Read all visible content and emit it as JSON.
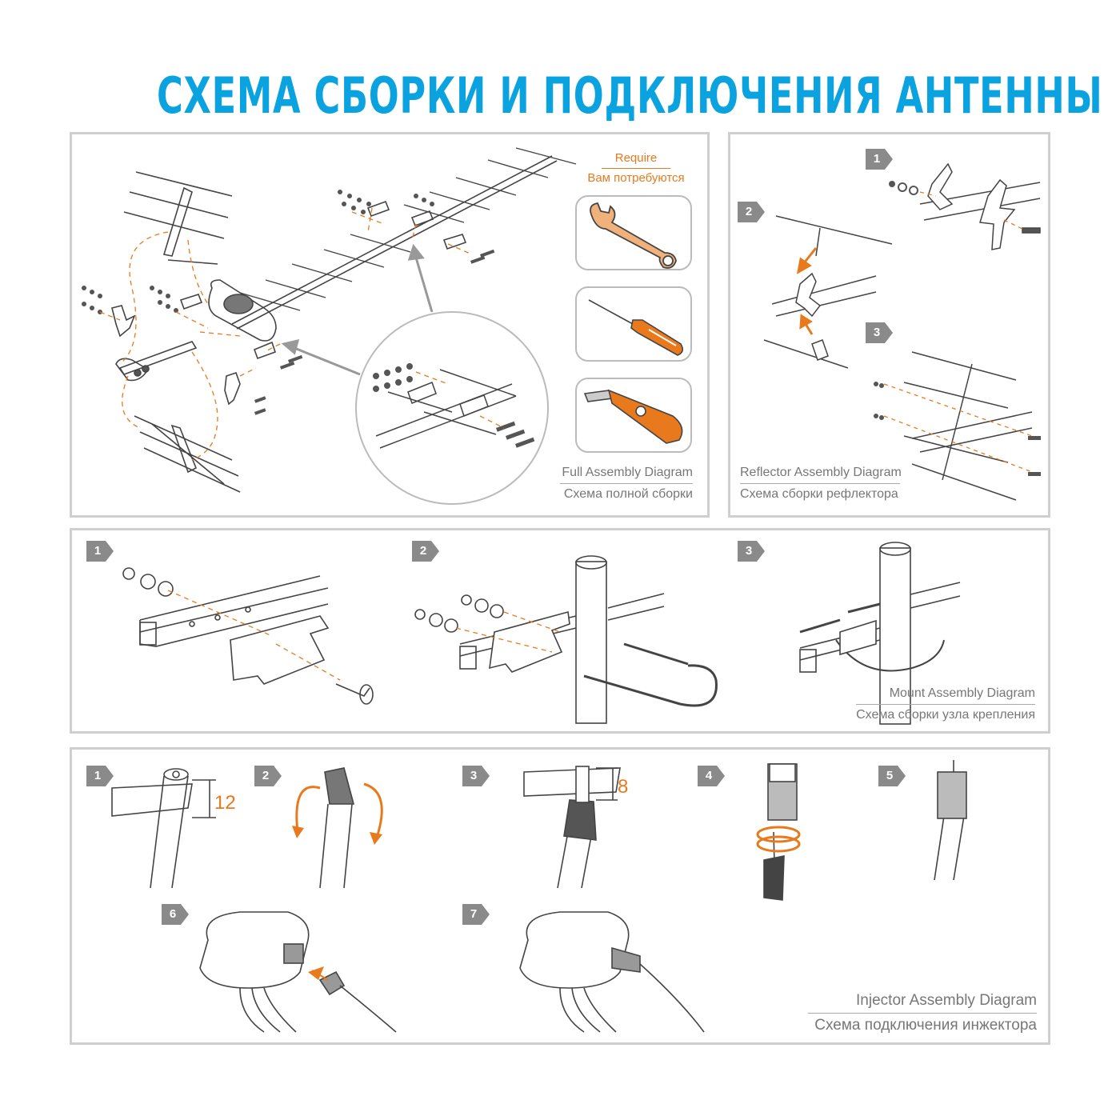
{
  "title": "СХЕМА СБОРКИ И ПОДКЛЮЧЕНИЯ АНТЕННЫ",
  "colors": {
    "accent": "#0aa3e0",
    "orange": "#e87a1d",
    "frame": "#cfcfcf",
    "badge": "#8a8a8a"
  },
  "full_assembly": {
    "require_en": "Require",
    "require_ru": "Вам потребуются",
    "tools": [
      "wrench-icon",
      "screwdriver-icon",
      "utility-knife-icon"
    ],
    "caption_en": "Full Assembly Diagram",
    "caption_ru": "Схема полной сборки"
  },
  "reflector_assembly": {
    "steps": [
      "1",
      "2",
      "3"
    ],
    "caption_en": "Reflector Assembly Diagram",
    "caption_ru": "Схема сборки рефлектора"
  },
  "mount_assembly": {
    "steps": [
      "1",
      "2",
      "3"
    ],
    "caption_en": "Mount Assembly Diagram",
    "caption_ru": "Схема сборки узла крепления"
  },
  "injector_assembly": {
    "steps": [
      "1",
      "2",
      "3",
      "4",
      "5",
      "6",
      "7"
    ],
    "measure_1": "12",
    "measure_3": "8",
    "caption_en": "Injector Assembly Diagram",
    "caption_ru": "Схема подключения инжектора"
  }
}
